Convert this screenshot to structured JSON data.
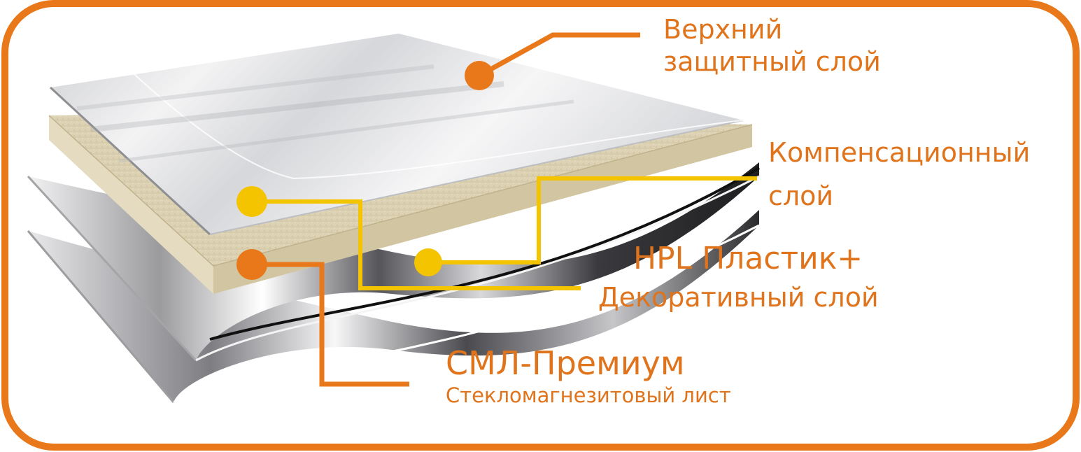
{
  "colors": {
    "frame": "#e8781a",
    "label_text": "#e0741c",
    "callout_orange": "#e8781a",
    "callout_yellow": "#f5c400",
    "board_core": "#ddd3b4",
    "top_film": "#e2e2e4",
    "metal_light": "#e6e6e8",
    "metal_dark": "#2a2a2a"
  },
  "labels": {
    "top_layer": {
      "line1": "Верхний",
      "line2": "защитный слой"
    },
    "compensation_layer": {
      "line1": "Компенсационный",
      "line2": "слой"
    },
    "hpl": {
      "title": "HPL Пластик+",
      "subtitle": "Декоративный слой"
    },
    "sml": {
      "title": "СМЛ-Премиум",
      "subtitle": "Стекломагнезитовый лист"
    }
  }
}
